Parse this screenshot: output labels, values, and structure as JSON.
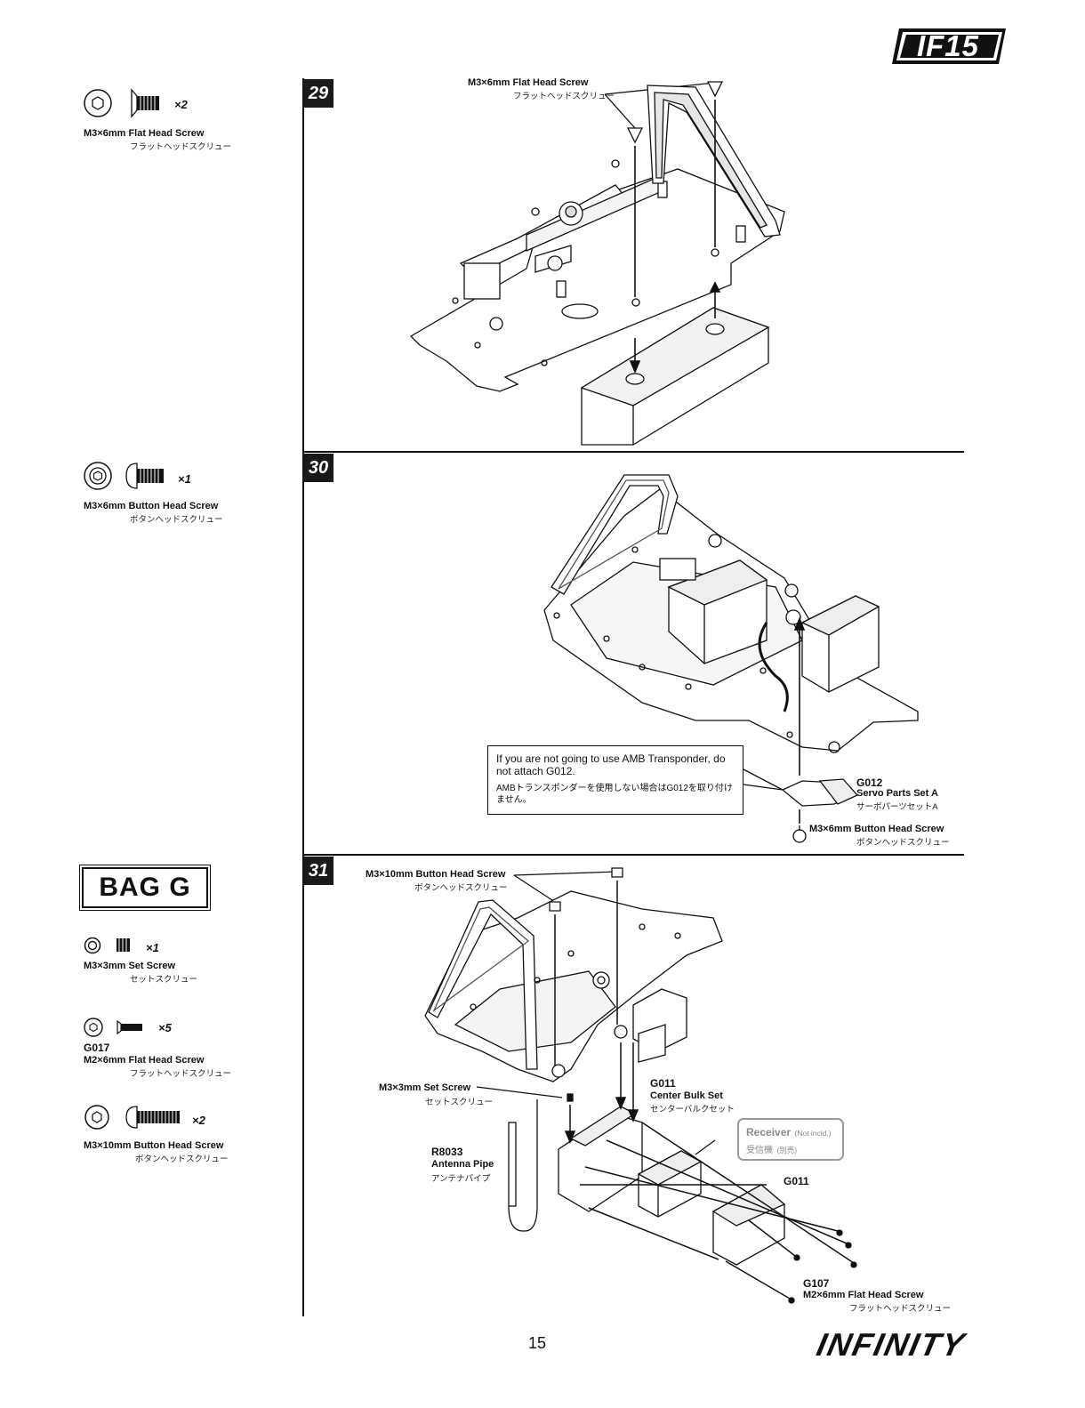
{
  "header": {
    "logo_text": "IF15"
  },
  "sidebar": {
    "item1": {
      "qty": "×2",
      "name_en": "M3×6mm  Flat Head Screw",
      "name_jp": "フラットヘッドスクリュー"
    },
    "item2": {
      "qty": "×1",
      "name_en": "M3×6mm  Button Head Screw",
      "name_jp": "ボタンヘッドスクリュー"
    },
    "bag": "BAG G",
    "item3": {
      "qty": "×1",
      "name_en": "M3×3mm  Set Screw",
      "name_jp": "セットスクリュー"
    },
    "item4": {
      "qty": "×5",
      "code": "G017",
      "name_en": "M2×6mm  Flat Head Screw",
      "name_jp": "フラットヘッドスクリュー"
    },
    "item5": {
      "qty": "×2",
      "name_en": "M3×10mm  Button Head Screw",
      "name_jp": "ボタンヘッドスクリュー"
    }
  },
  "step29": {
    "number": "29",
    "screw_en": "M3×6mm  Flat Head Screw",
    "screw_jp": "フラットヘッドスクリュー"
  },
  "step30": {
    "number": "30",
    "note_en": "If you are not going to use AMB Transponder, do not attach G012.",
    "note_jp": "AMBトランスポンダーを使用しない場合はG012を取り付けません。",
    "part_code": "G012",
    "part_en": "Servo Parts Set A",
    "part_jp": "サーボパーツセットA",
    "screw_en": "M3×6mm  Button Head Screw",
    "screw_jp": "ボタンヘッドスクリュー"
  },
  "step31": {
    "number": "31",
    "screw_top_en": "M3×10mm  Button Head Screw",
    "screw_top_jp": "ボタンヘッドスクリュー",
    "set_screw_en": "M3×3mm  Set Screw",
    "set_screw_jp": "セットスクリュー",
    "bulk_code": "G011",
    "bulk_en": "Center Bulk Set",
    "bulk_jp": "センターバルクセット",
    "receiver_en": "Receiver",
    "receiver_note": "(Not incld.)",
    "receiver_jp": "受信機",
    "receiver_jp_note": "(別売)",
    "antenna_code": "R8033",
    "antenna_en": "Antenna Pipe",
    "antenna_jp": "アンテナパイプ",
    "g011_label": "G011",
    "g107_code": "G107",
    "g107_en": "M2×6mm  Flat Head Screw",
    "g107_jp": "フラットヘッドスクリュー"
  },
  "footer": {
    "page_number": "15",
    "brand": "INFINITY"
  }
}
